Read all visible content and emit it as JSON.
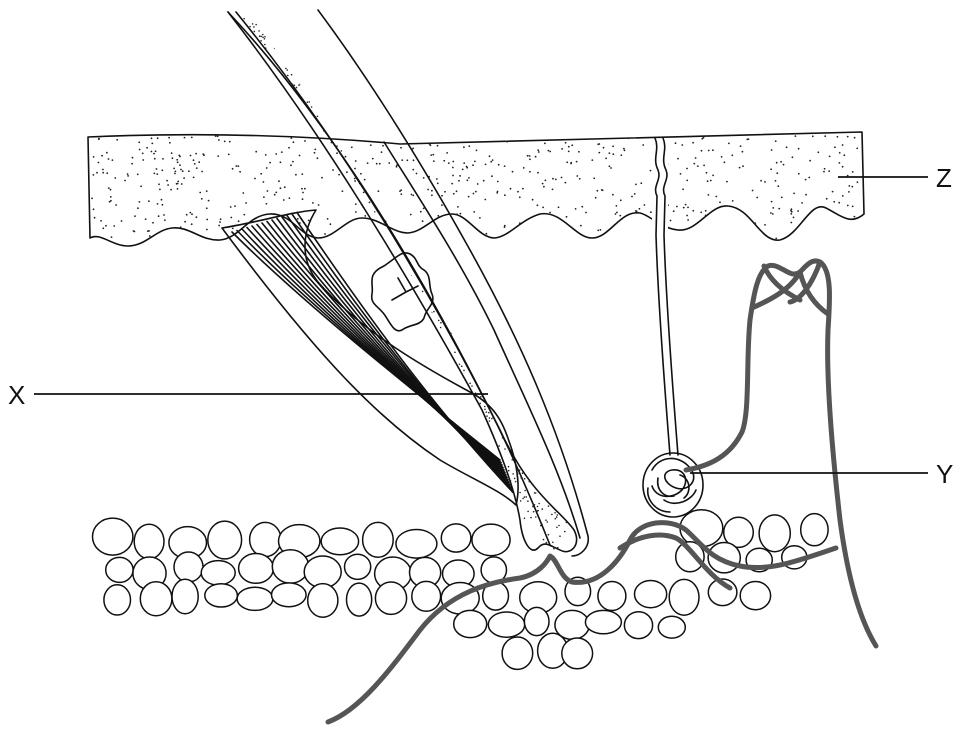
{
  "labels": {
    "x": "X",
    "y": "Y",
    "z": "Z"
  },
  "colors": {
    "ink": "#111111",
    "blood_vessel": "#555555",
    "background": "#ffffff"
  }
}
